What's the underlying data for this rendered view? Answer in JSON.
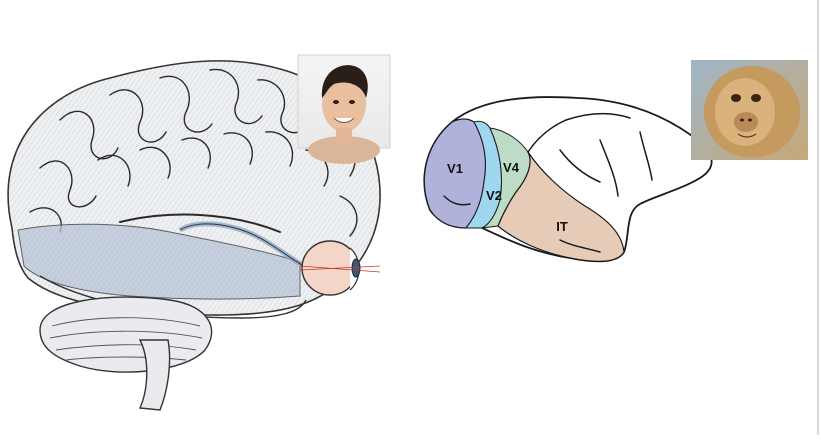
{
  "monkey_brain": {
    "areas": [
      {
        "key": "v1",
        "label": "V1",
        "color": "#b0b2dc"
      },
      {
        "key": "v2",
        "label": "V2",
        "color": "#9fd8ee"
      },
      {
        "key": "v4",
        "label": "V4",
        "color": "#bcdcc6"
      },
      {
        "key": "it",
        "label": "IT",
        "color": "#e6cbb6"
      }
    ]
  },
  "colors": {
    "human_brain_base": "#e8ebee",
    "human_brain_highlight": "#b9c4d8",
    "eye": "#f3d6c8",
    "outline": "#1a1a1a"
  },
  "icons": [
    "human-face-photo",
    "monkey-face-photo",
    "eye-icon"
  ]
}
